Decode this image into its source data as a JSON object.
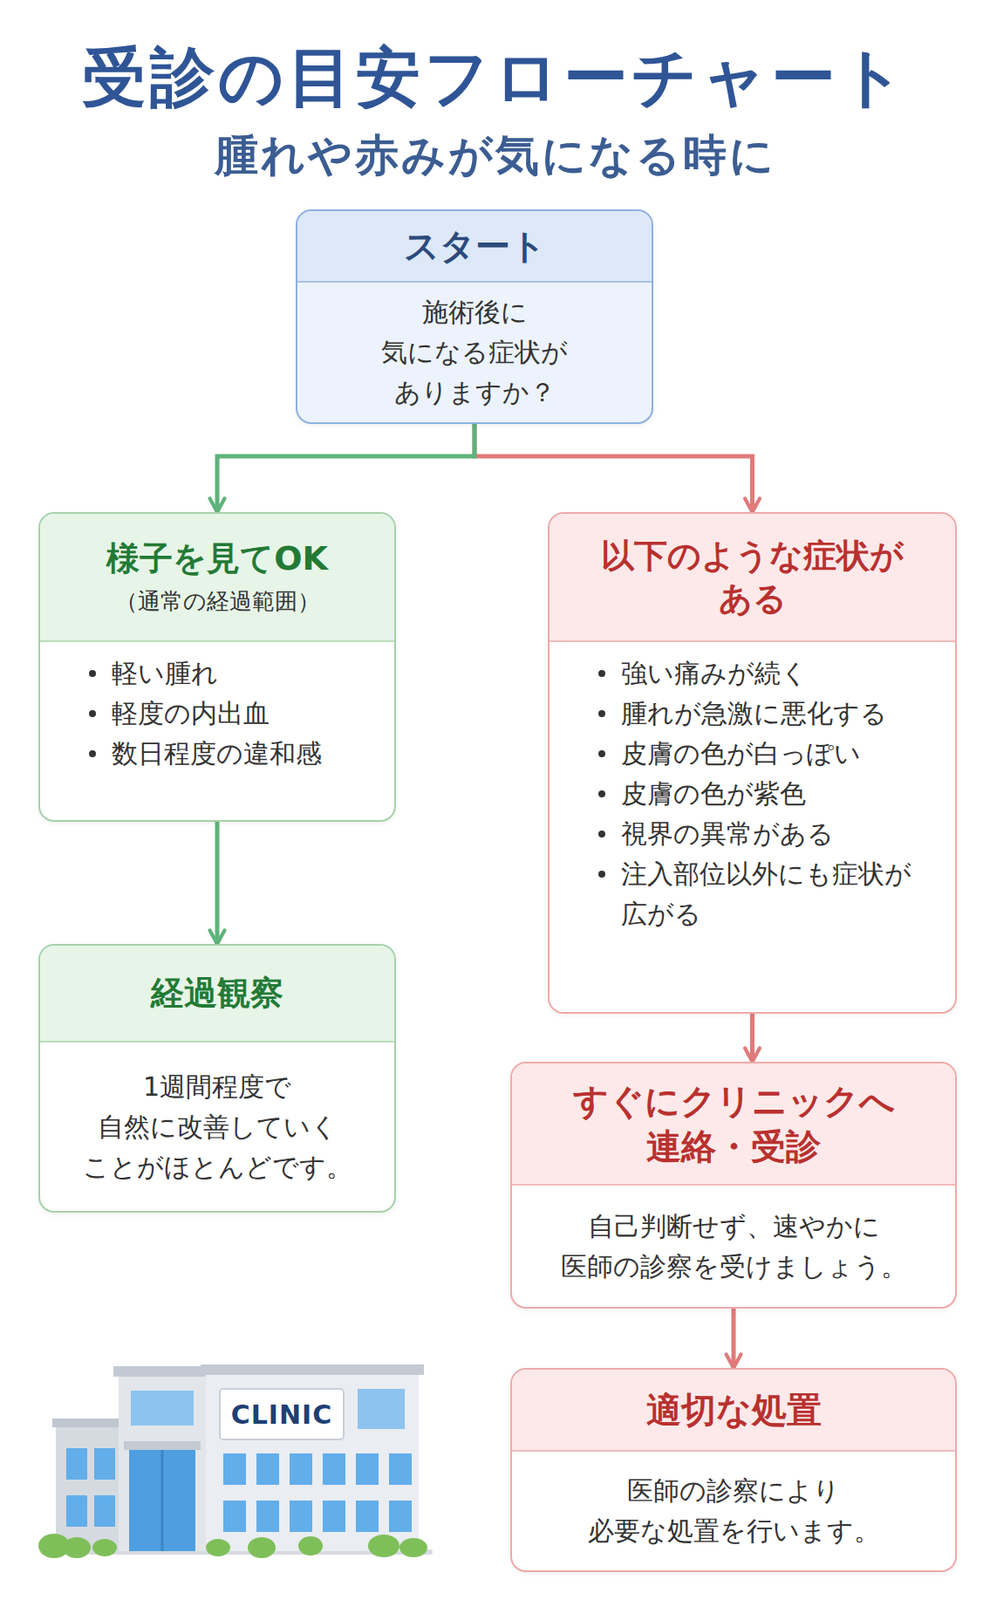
{
  "diagram": {
    "title": "受診の目安フローチャート",
    "nodes": [
      {
        "text": [
          "スタート",
          "施術後に 気になる症状が ありますか？"
        ]
      },
      {
        "text": [
          "様子を見てOK",
          "（通常の経過範囲）",
          "軽い腫れ",
          "軽度の内出血",
          "数日程度の違和感"
        ]
      },
      {
        "text": [
          "以下のような症状が ある",
          "強い痛みが続く",
          "腫れが急激に悪化する",
          "皮膚の色が白っぽい",
          "皮膚の色が紫色",
          "視界の異常がある",
          "注入部位以外にも症状が 広がる"
        ]
      },
      {
        "text": [
          "経過観察",
          "1週間程度で 自然に改善していく ことがほとんどです。"
        ]
      },
      {
        "text": [
          "すぐにクリニックへ 連絡・受診",
          "自己判断せず、速やかに 医師の診察を受けましょう。"
        ]
      },
      {
        "text": [
          "適切な処置",
          "医師の診察により 必要な処置を行います。"
        ]
      }
    ],
    "edges": [
      {
        "from": 0,
        "to": 1,
        "arrow": "to"
      },
      {
        "from": 0,
        "to": 2,
        "arrow": "to"
      },
      {
        "from": 1,
        "to": 3,
        "arrow": "to"
      },
      {
        "from": 2,
        "to": 4,
        "arrow": "to"
      },
      {
        "from": 4,
        "to": 5,
        "arrow": "to"
      }
    ],
    "labels": [
      "腫れや赤みが気になる時に",
      "CLINIC"
    ]
  }
}
